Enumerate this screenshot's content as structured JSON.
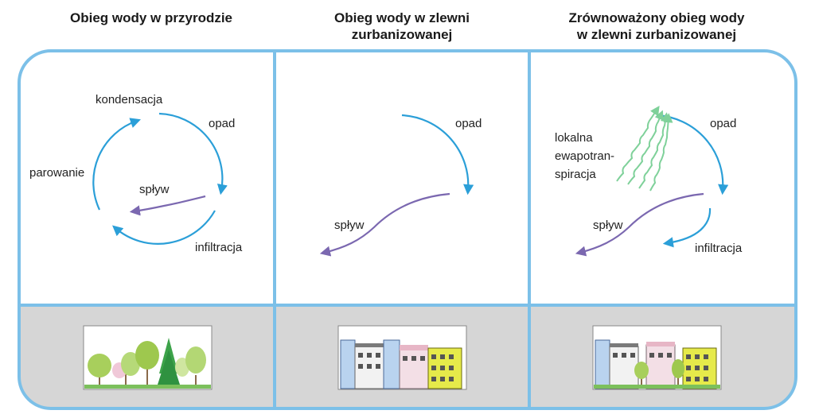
{
  "columns": [
    {
      "title": "Obieg wody w przyrodzie",
      "labels": {
        "condensation": "kondensacja",
        "precipitation": "opad",
        "evaporation": "parowanie",
        "runoff": "spływ",
        "infiltration": "infiltracja"
      },
      "scene": "forest"
    },
    {
      "title_lines": [
        "Obieg wody w zlewni",
        "zurbanizowanej"
      ],
      "labels": {
        "precipitation": "opad",
        "runoff": "spływ"
      },
      "scene": "city"
    },
    {
      "title_lines": [
        "Zrównoważony obieg wody",
        "w zlewni zurbanizowanej"
      ],
      "labels": {
        "evapotranspiration_lines": [
          "lokalna",
          "ewapotran-",
          "spiracja"
        ],
        "precipitation": "opad",
        "runoff": "spływ",
        "infiltration": "infiltracja"
      },
      "scene": "city-with-trees"
    }
  ],
  "colors": {
    "frame": "#7cc0e8",
    "bottom_band": "#d6d6d6",
    "cycle_arrow": "#2b9fd8",
    "runoff_arrow": "#7b68b0",
    "evapotranspiration": "#7fd19a"
  }
}
